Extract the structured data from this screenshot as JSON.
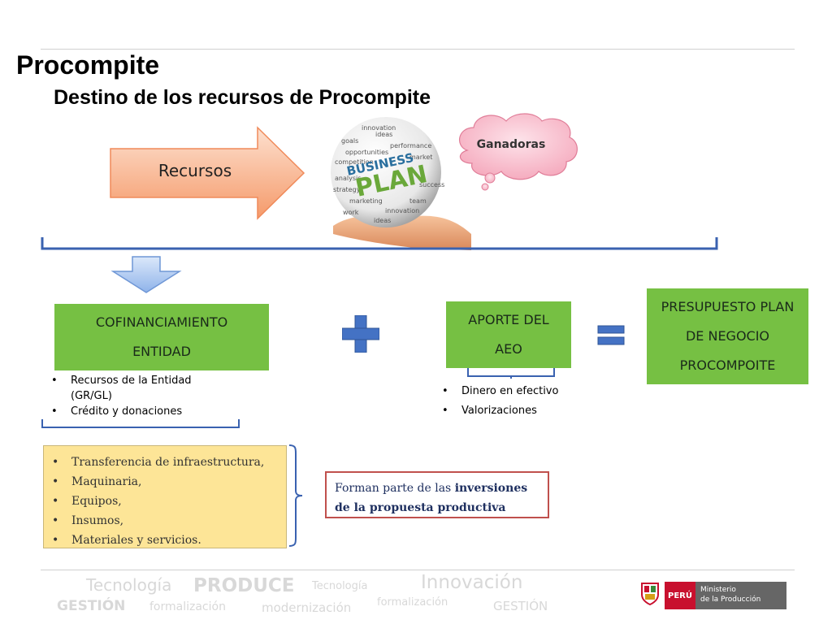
{
  "title": "Procompite",
  "subtitle": "Destino de los recursos de Procompite",
  "arrow_label": "Recursos",
  "cloud_label": "Ganadoras",
  "business_plan": {
    "words": [
      "innovation",
      "ideas",
      "goals",
      "opportunities",
      "performance",
      "competition",
      "market",
      "BUSINESS",
      "PLAN",
      "success",
      "marketing",
      "innovation",
      "team",
      "work",
      "strategy",
      "analysis",
      "ideas"
    ]
  },
  "cofinanciamiento": {
    "line1": "COFINANCIAMIENTO",
    "line2": "ENTIDAD",
    "bullets": [
      "Recursos de la Entidad",
      "(GR/GL)",
      "Crédito y donaciones"
    ]
  },
  "aporte": {
    "line1": "APORTE DEL",
    "line2": "AEO",
    "bullets": [
      "Dinero en efectivo",
      "Valorizaciones"
    ]
  },
  "presupuesto": {
    "line1": "PRESUPUESTO PLAN",
    "line2": "DE NEGOCIO",
    "line3": "PROCOMPOITE"
  },
  "investments": [
    "Transferencia de infraestructura,",
    "Maquinaria,",
    "Equipos,",
    "Insumos,",
    "Materiales y servicios."
  ],
  "note": {
    "part1": "Forman parte de las ",
    "bold1": "inversiones",
    "bold2": "de la propuesta productiva"
  },
  "footer": {
    "words": [
      "Tecnología",
      "PRODUCE",
      "Tecnología",
      "Innovación",
      "GESTIÓN",
      "formalización",
      "modernización",
      "formalización",
      "GESTIÓN"
    ],
    "logo_country": "PERÚ",
    "logo_ministry_1": "Ministerio",
    "logo_ministry_2": "de la Producción"
  },
  "colors": {
    "green": "#76c043",
    "blue_plus": "#4472c4",
    "arrow_orange": "#f8b08a",
    "cloud_pink": "#f9b8c8",
    "yellow_box": "#fde597",
    "red_border": "#c0504d"
  }
}
